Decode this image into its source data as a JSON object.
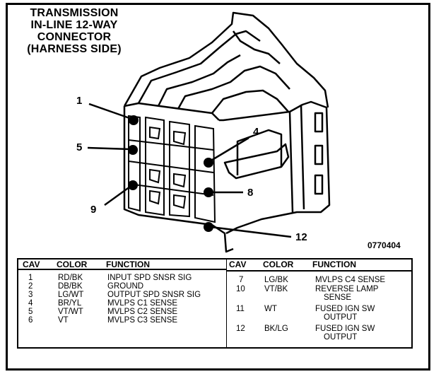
{
  "title": {
    "line1": "TRANSMISSION",
    "line2": "IN-LINE 12-WAY",
    "line3": "CONNECTOR",
    "line4": "(HARNESS SIDE)"
  },
  "part_number": "0770404",
  "callouts": [
    "1",
    "5",
    "9",
    "4",
    "8",
    "12"
  ],
  "table": {
    "headers": {
      "cav": "CAV",
      "color": "COLOR",
      "function": "FUNCTION"
    },
    "left_rows": [
      {
        "cav": "1",
        "color": "RD/BK",
        "function": "INPUT SPD SNSR SIG"
      },
      {
        "cav": "2",
        "color": "DB/BK",
        "function": "GROUND"
      },
      {
        "cav": "3",
        "color": "LG/WT",
        "function": "OUTPUT SPD SNSR SIG"
      },
      {
        "cav": "4",
        "color": "BR/YL",
        "function": "MVLPS C1 SENSE"
      },
      {
        "cav": "5",
        "color": "VT/WT",
        "function": "MVLPS C2 SENSE"
      },
      {
        "cav": "6",
        "color": "VT",
        "function": "MVLPS C3 SENSE"
      }
    ],
    "right_rows": [
      {
        "cav": "7",
        "color": "LG/BK",
        "function": "MVLPS C4 SENSE",
        "function2": ""
      },
      {
        "cav": "10",
        "color": "VT/BK",
        "function": "REVERSE LAMP",
        "function2": "SENSE"
      },
      {
        "cav": "11",
        "color": "WT",
        "function": "FUSED IGN SW",
        "function2": "OUTPUT"
      },
      {
        "cav": "12",
        "color": "BK/LG",
        "function": "FUSED IGN SW",
        "function2": "OUTPUT"
      }
    ]
  }
}
